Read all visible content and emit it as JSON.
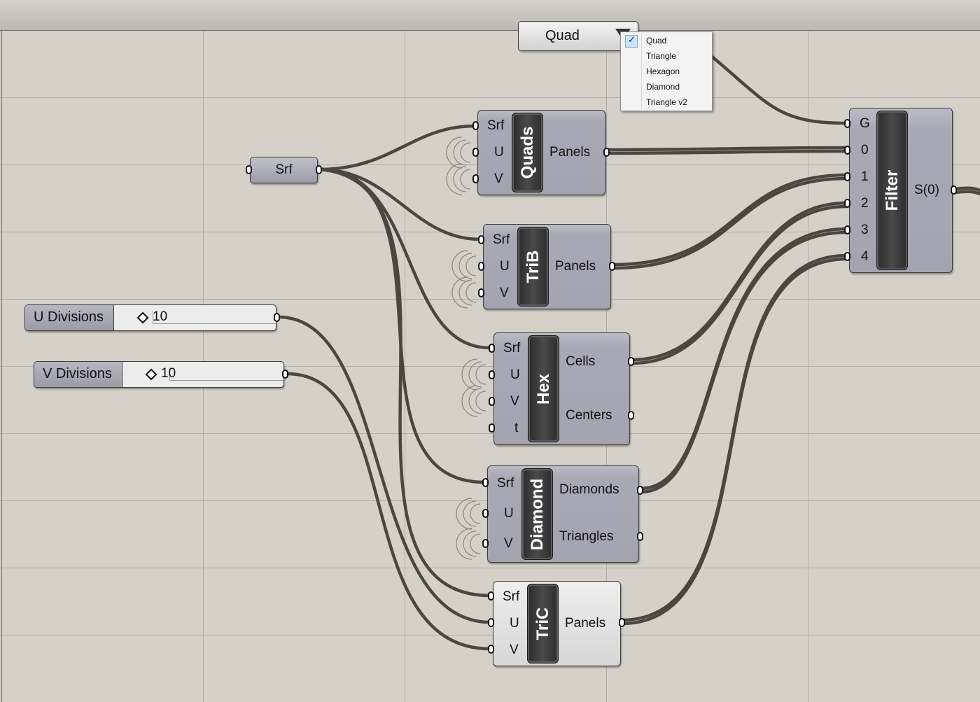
{
  "dropdown": {
    "selected": "Quad",
    "options": [
      "Quad",
      "Triangle",
      "Hexagon",
      "Diamond",
      "Triangle v2"
    ]
  },
  "srf_param": {
    "label": "Srf"
  },
  "u_slider": {
    "label": "U Divisions",
    "value": "10"
  },
  "v_slider": {
    "label": "V Divisions",
    "value": "10"
  },
  "components": {
    "quads": {
      "nickname": "Quads",
      "inputs": [
        "Srf",
        "U",
        "V"
      ],
      "outputs": [
        "Panels"
      ]
    },
    "trib": {
      "nickname": "TriB",
      "inputs": [
        "Srf",
        "U",
        "V"
      ],
      "outputs": [
        "Panels"
      ]
    },
    "hex": {
      "nickname": "Hex",
      "inputs": [
        "Srf",
        "U",
        "V",
        "t"
      ],
      "outputs": [
        "Cells",
        "Centers"
      ]
    },
    "diamond": {
      "nickname": "Diamond",
      "inputs": [
        "Srf",
        "U",
        "V"
      ],
      "outputs": [
        "Diamonds",
        "Triangles"
      ]
    },
    "tric": {
      "nickname": "TriC",
      "inputs": [
        "Srf",
        "U",
        "V"
      ],
      "outputs": [
        "Panels"
      ]
    },
    "filter": {
      "nickname": "Filter",
      "inputs": [
        "G",
        "0",
        "1",
        "2",
        "3",
        "4"
      ],
      "outputs": [
        "S(0)"
      ]
    }
  },
  "colors": {
    "canvas": "#d5d1c9",
    "wire": "#4a4743",
    "component": "#a9a9b5",
    "nickname": "#2c2c2c"
  }
}
